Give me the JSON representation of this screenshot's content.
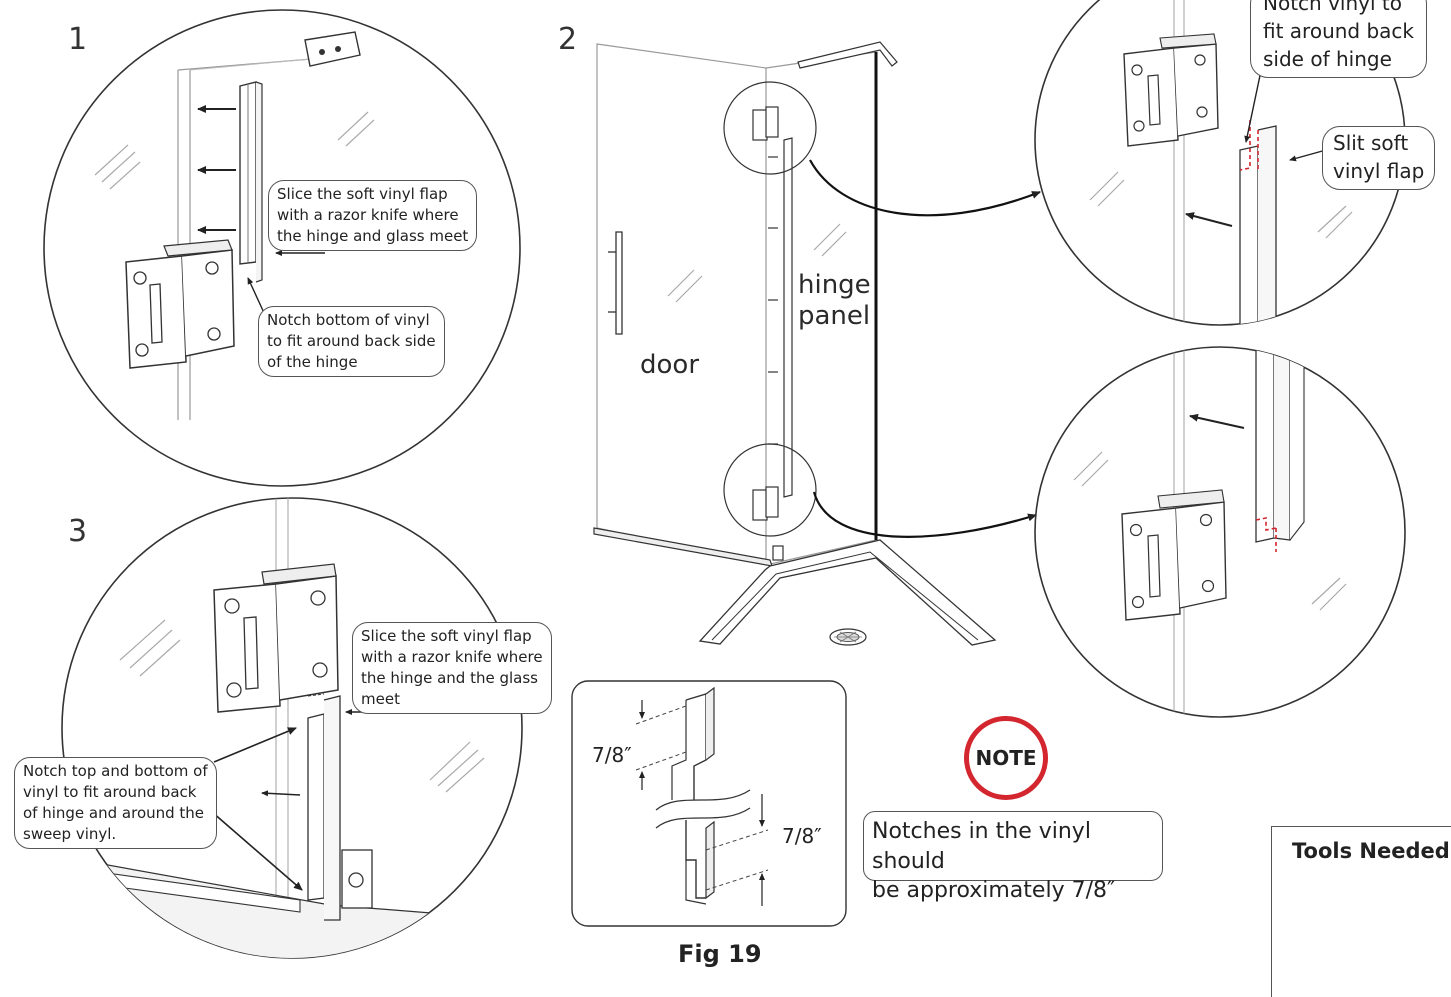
{
  "steps": {
    "step1": {
      "number": "1",
      "callout_slice": [
        "Slice the soft vinyl flap",
        "with a razor knife where",
        "the hinge and glass meet"
      ],
      "callout_notch": [
        "Notch bottom of vinyl",
        "to fit around back side",
        "of the hinge"
      ]
    },
    "step2": {
      "number": "2",
      "door_label": "door",
      "hinge_panel_label": [
        "hinge",
        "panel"
      ],
      "detail_top_callout_notch": [
        "Notch vinyl to",
        "fit around back",
        "side of hinge"
      ],
      "detail_top_callout_slit": [
        "Slit soft",
        "vinyl flap"
      ]
    },
    "step3": {
      "number": "3",
      "callout_slice": [
        "Slice the soft vinyl flap",
        "with a razor knife where",
        "the hinge and the glass",
        "meet"
      ],
      "callout_notch": [
        "Notch top and bottom of",
        "vinyl to fit around back",
        "of hinge and around the",
        "sweep vinyl."
      ]
    }
  },
  "figure": {
    "dimension_top": "7/8″",
    "dimension_bottom": "7/8″",
    "caption": "Fig 19"
  },
  "note": {
    "badge": "NOTE",
    "text": [
      "Notches in the vinyl should",
      "be approximately 7/8″"
    ]
  },
  "tools": {
    "title": "Tools Needed",
    "items": [
      "utility-knife-icon"
    ]
  },
  "colors": {
    "line": "#333333",
    "light_line": "#9a9a9a",
    "note_red": "#d3262e",
    "cut_red": "#d3262e"
  }
}
